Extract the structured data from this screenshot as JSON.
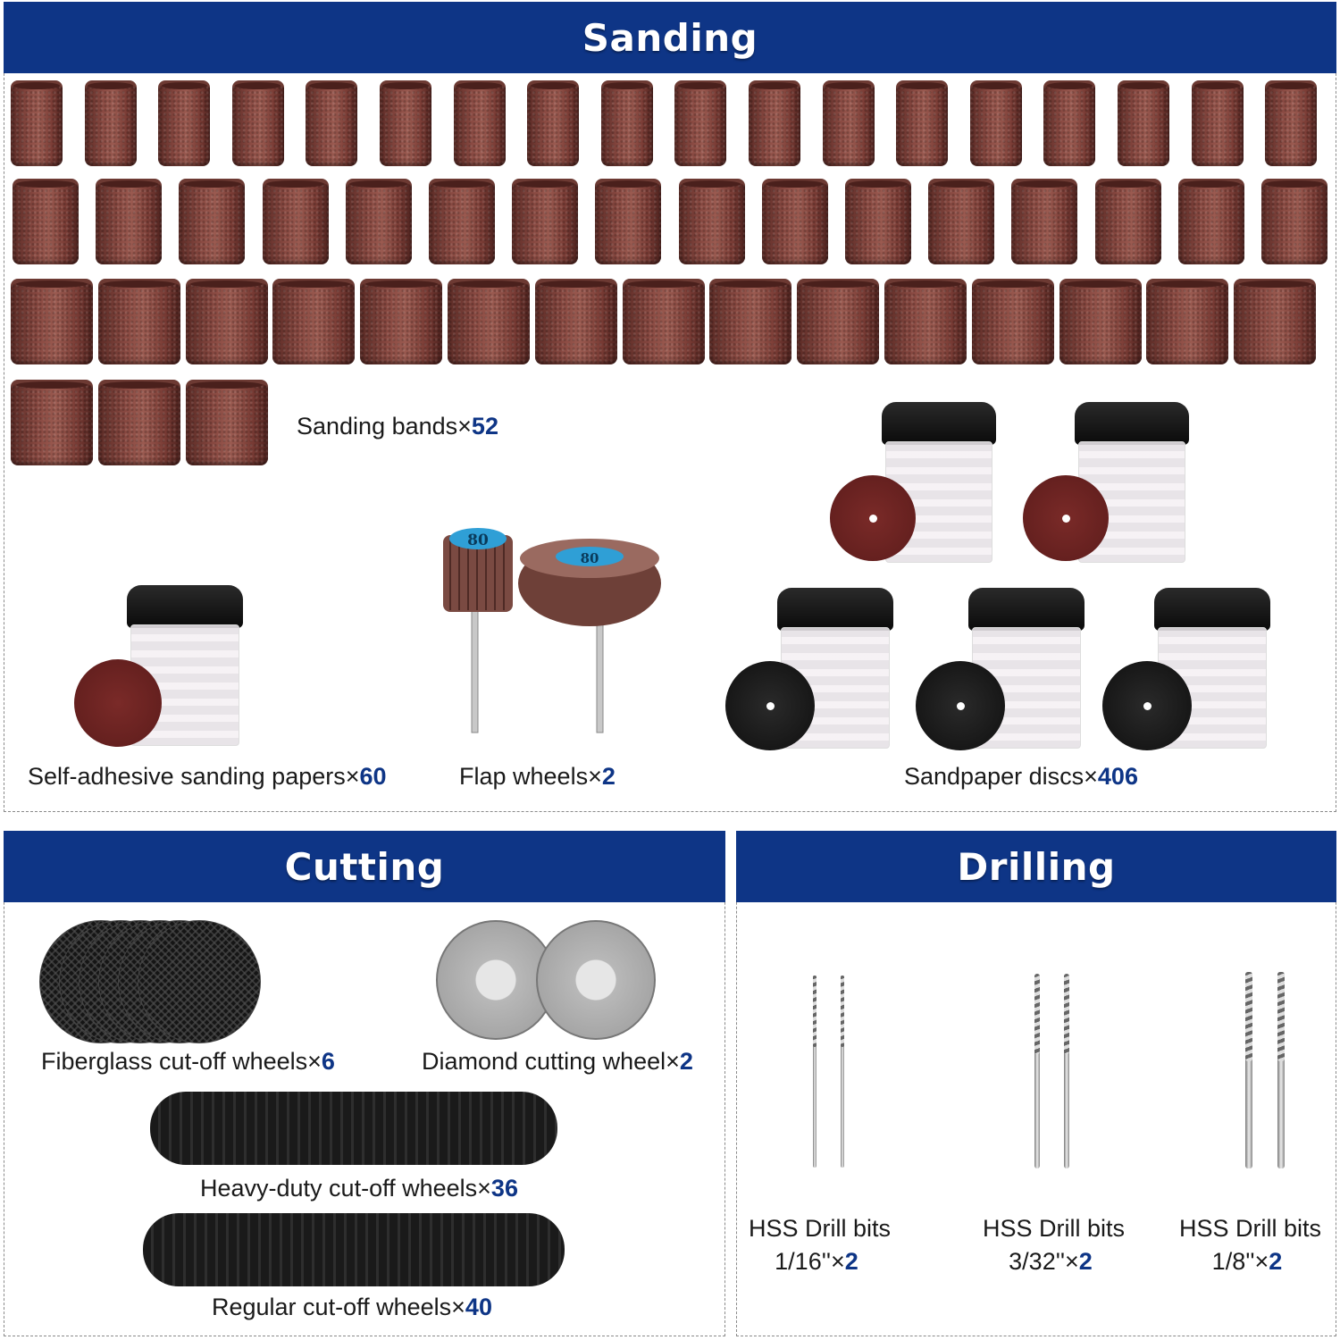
{
  "sections": {
    "sanding": {
      "title": "Sanding"
    },
    "cutting": {
      "title": "Cutting"
    },
    "drilling": {
      "title": "Drilling"
    }
  },
  "sanding": {
    "bands": {
      "label": "Sanding bands×",
      "count": "52"
    },
    "papers": {
      "label": "Self-adhesive sanding papers×",
      "count": "60"
    },
    "flap": {
      "label": "Flap wheels×",
      "count": "2",
      "grit": "80"
    },
    "discs": {
      "label": "Sandpaper discs×",
      "count": "406"
    }
  },
  "cutting": {
    "fiberglass": {
      "label": "Fiberglass cut-off wheels×",
      "count": "6"
    },
    "diamond": {
      "label": "Diamond cutting wheel×",
      "count": "2"
    },
    "heavy": {
      "label": "Heavy-duty cut-off wheels×",
      "count": "36"
    },
    "regular": {
      "label": "Regular cut-off wheels×",
      "count": "40"
    }
  },
  "drilling": {
    "bit1": {
      "line1": "HSS Drill bits",
      "size": "1/16''×",
      "count": "2"
    },
    "bit2": {
      "line1": "HSS Drill bits",
      "size": "3/32''×",
      "count": "2"
    },
    "bit3": {
      "line1": "HSS Drill bits",
      "size": "1/8''×",
      "count": "2"
    }
  },
  "colors": {
    "header": "#0e3586",
    "accent": "#0e3586",
    "text": "#1a1a1a"
  }
}
